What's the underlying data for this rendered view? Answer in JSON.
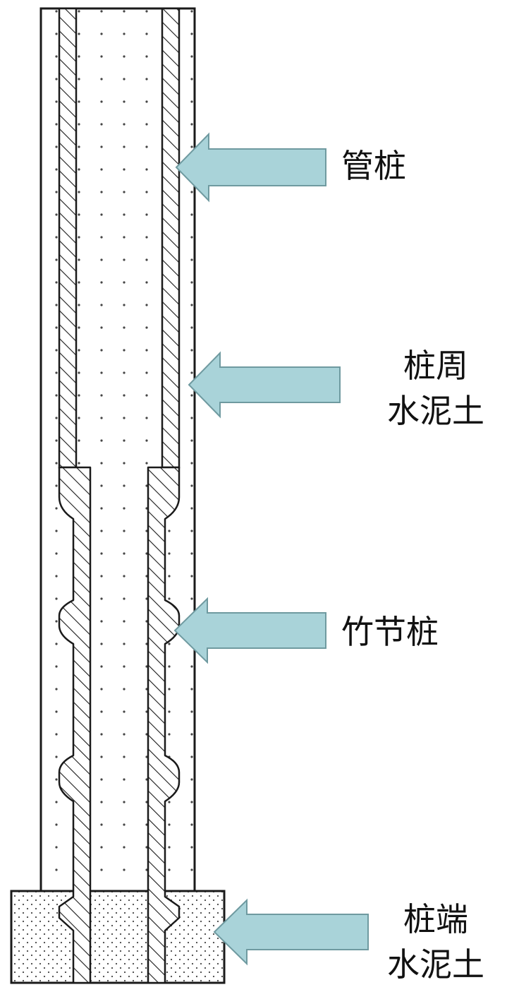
{
  "colors": {
    "arrow_fill": "#a9d3d9",
    "arrow_stroke": "#6f9aa0",
    "line": "#1a1a1a",
    "dot": "#444444",
    "background": "#ffffff"
  },
  "labels": {
    "pipe_pile": "管桩",
    "pile_side_cement_soil_line1": "桩周",
    "pile_side_cement_soil_line2": "水泥土",
    "bamboo_joint_pile": "竹节桩",
    "pile_end_cement_soil_line1": "桩端",
    "pile_end_cement_soil_line2": "水泥土"
  }
}
